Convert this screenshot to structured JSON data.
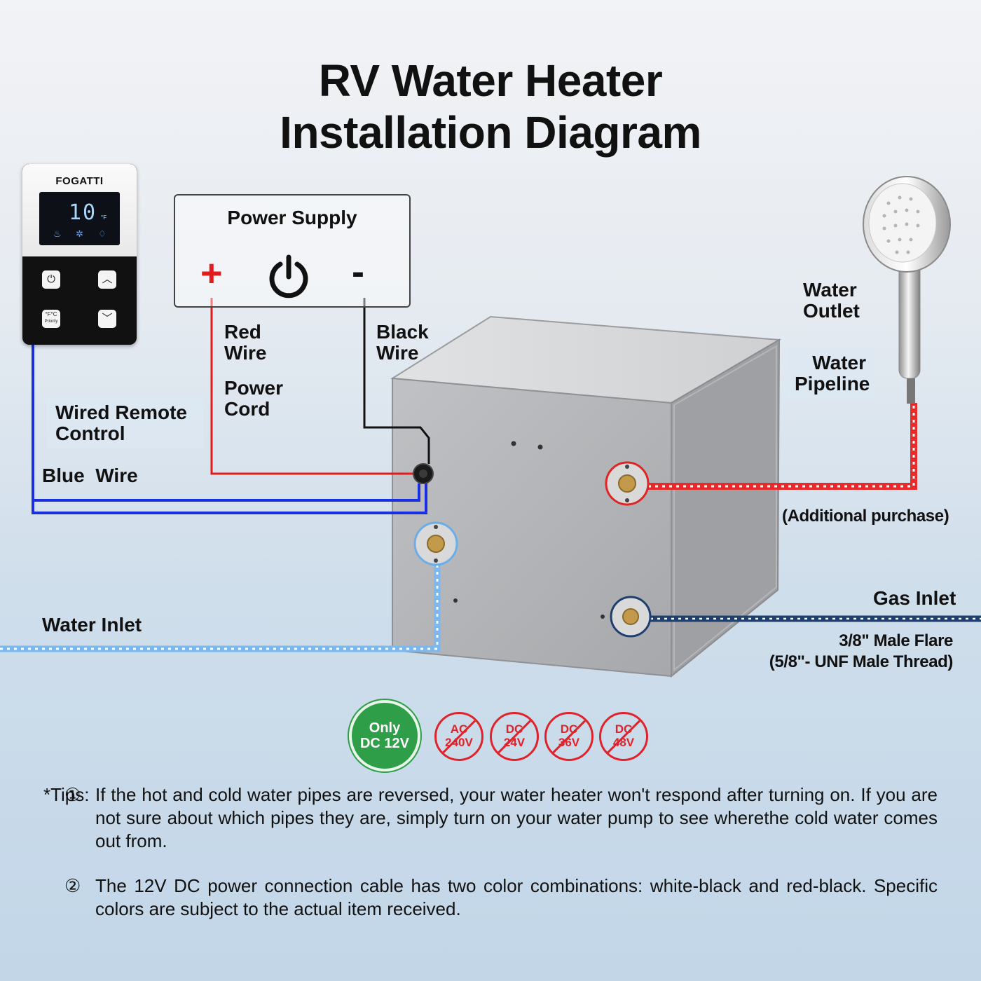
{
  "title": {
    "line1": "RV Water Heater",
    "line2": "Installation Diagram"
  },
  "remote": {
    "brand": "FOGATTI",
    "display": "10",
    "unit": "°F",
    "ftoc_label": "°F°C",
    "ftoc_sub": "Priority"
  },
  "power_supply": {
    "title": "Power Supply",
    "plus": "+",
    "minus": "-"
  },
  "labels": {
    "red_wire": [
      "Red",
      "Wire"
    ],
    "black_wire": [
      "Black",
      "Wire"
    ],
    "power_cord": [
      "Power",
      "Cord"
    ],
    "wired_remote": [
      "Wired Remote",
      "Control"
    ],
    "blue_wire": "Blue  Wire",
    "water_outlet": [
      "Water",
      "Outlet"
    ],
    "water_pipeline": [
      "Water",
      "Pipeline"
    ],
    "additional_purchase": "(Additional purchase)",
    "water_inlet": "Water Inlet",
    "gas_inlet": "Gas Inlet",
    "flare_line1": "3/8\" Male Flare",
    "flare_line2": "(5/8\"- UNF Male Thread)"
  },
  "voltage": {
    "ok": [
      "Only",
      "DC 12V"
    ],
    "no": [
      [
        "AC",
        "240V"
      ],
      [
        "DC",
        "24V"
      ],
      [
        "DC",
        "36V"
      ],
      [
        "DC",
        "48V"
      ]
    ]
  },
  "tips": {
    "prefix": "*Tips:",
    "items": [
      {
        "num": "①",
        "text": "If the hot and cold water pipes are reversed, your water heater won't respond after turning on. If you are not sure about which pipes they are, simply turn on your water pump to see wherethe cold water comes out from."
      },
      {
        "num": "②",
        "text": "The 12V DC power connection cable has two color combinations: white-black and red-black. Specific colors are subject to the actual item received."
      }
    ]
  },
  "colors": {
    "red_wire": "#e31b1b",
    "black_wire": "#111111",
    "blue_wire": "#1a2fe0",
    "hot_pipe": "#e82a2a",
    "cold_pipe": "#7ab8ef",
    "gas_pipe": "#1f3f6e",
    "ok_green": "#2e9e48",
    "no_red": "#e0232b"
  }
}
